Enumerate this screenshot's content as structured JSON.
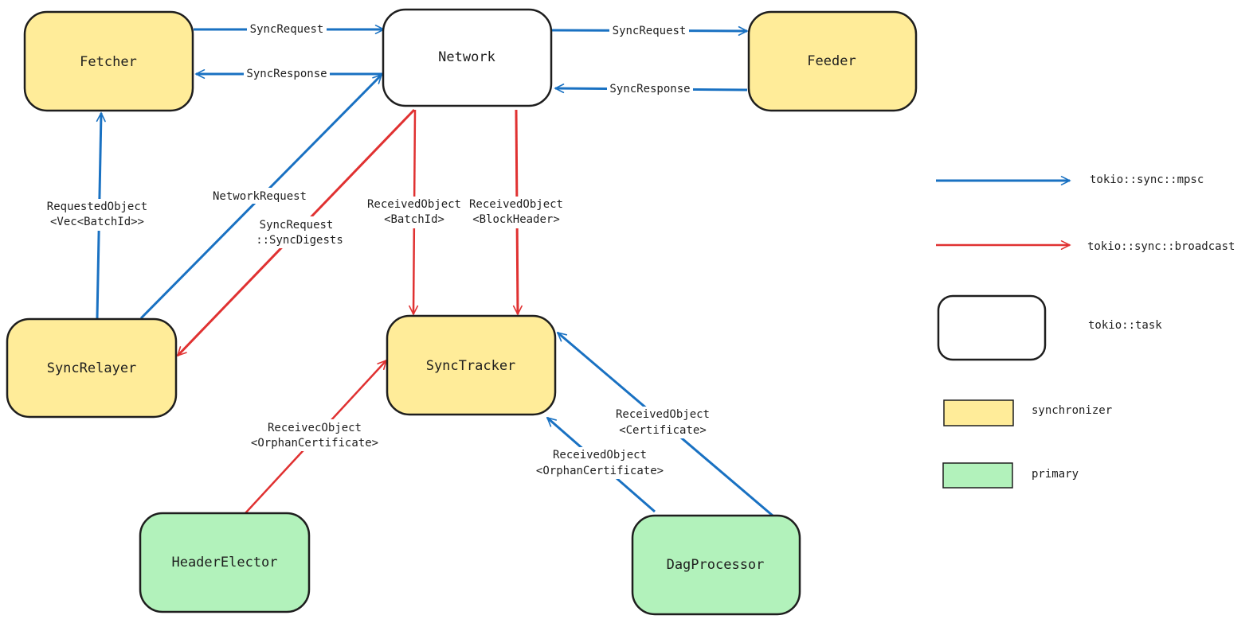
{
  "diagram": {
    "colors": {
      "mpsc": "#1971c2",
      "broadcast": "#e03131",
      "synchronizer": "#ffec99",
      "primary": "#b2f2bb",
      "task": "#ffffff",
      "stroke": "#1e1e1e"
    },
    "nodes": {
      "fetcher": {
        "label": "Fetcher",
        "kind": "synchronizer"
      },
      "network": {
        "label": "Network",
        "kind": "task"
      },
      "feeder": {
        "label": "Feeder",
        "kind": "synchronizer"
      },
      "syncrelayer": {
        "label": "SyncRelayer",
        "kind": "synchronizer"
      },
      "synctracker": {
        "label": "SyncTracker",
        "kind": "synchronizer"
      },
      "headerelector": {
        "label": "HeaderElector",
        "kind": "primary"
      },
      "dagprocessor": {
        "label": "DagProcessor",
        "kind": "primary"
      }
    },
    "edges": [
      {
        "id": "fetcher-network-req",
        "from": "Fetcher",
        "to": "Network",
        "type": "mpsc",
        "label": [
          "SyncRequest"
        ]
      },
      {
        "id": "network-fetcher-resp",
        "from": "Network",
        "to": "Fetcher",
        "type": "mpsc",
        "label": [
          "SyncResponse"
        ]
      },
      {
        "id": "network-feeder-req",
        "from": "Network",
        "to": "Feeder",
        "type": "mpsc",
        "label": [
          "SyncRequest"
        ]
      },
      {
        "id": "feeder-network-resp",
        "from": "Feeder",
        "to": "Network",
        "type": "mpsc",
        "label": [
          "SyncResponse"
        ]
      },
      {
        "id": "relayer-fetcher",
        "from": "SyncRelayer",
        "to": "Fetcher",
        "type": "mpsc",
        "label": [
          "RequestedObject",
          "<Vec<BatchId>>"
        ]
      },
      {
        "id": "relayer-network",
        "from": "SyncRelayer",
        "to": "Network",
        "type": "mpsc",
        "label": [
          "NetworkRequest"
        ]
      },
      {
        "id": "network-relayer",
        "from": "Network",
        "to": "SyncRelayer",
        "type": "broadcast",
        "label": [
          "SyncRequest",
          "::SyncDigests"
        ]
      },
      {
        "id": "network-tracker-batch",
        "from": "Network",
        "to": "SyncTracker",
        "type": "broadcast",
        "label": [
          "ReceivedObject",
          "<BatchId>"
        ]
      },
      {
        "id": "network-tracker-header",
        "from": "Network",
        "to": "SyncTracker",
        "type": "broadcast",
        "label": [
          "ReceivedObject",
          "<BlockHeader>"
        ]
      },
      {
        "id": "elector-tracker",
        "from": "HeaderElector",
        "to": "SyncTracker",
        "type": "broadcast",
        "label": [
          "ReceivecObject",
          "<OrphanCertificate>"
        ]
      },
      {
        "id": "dag-tracker-orphan",
        "from": "DagProcessor",
        "to": "SyncTracker",
        "type": "mpsc",
        "label": [
          "ReceivedObject",
          "<OrphanCertificate>"
        ]
      },
      {
        "id": "dag-tracker-cert",
        "from": "DagProcessor",
        "to": "SyncTracker",
        "type": "mpsc",
        "label": [
          "ReceivedObject",
          "<Certificate>"
        ]
      }
    ]
  },
  "legend": {
    "mpsc": "tokio::sync::mpsc",
    "broadcast": "tokio::sync::broadcast",
    "task": "tokio::task",
    "synchronizer": "synchronizer",
    "primary": "primary"
  }
}
